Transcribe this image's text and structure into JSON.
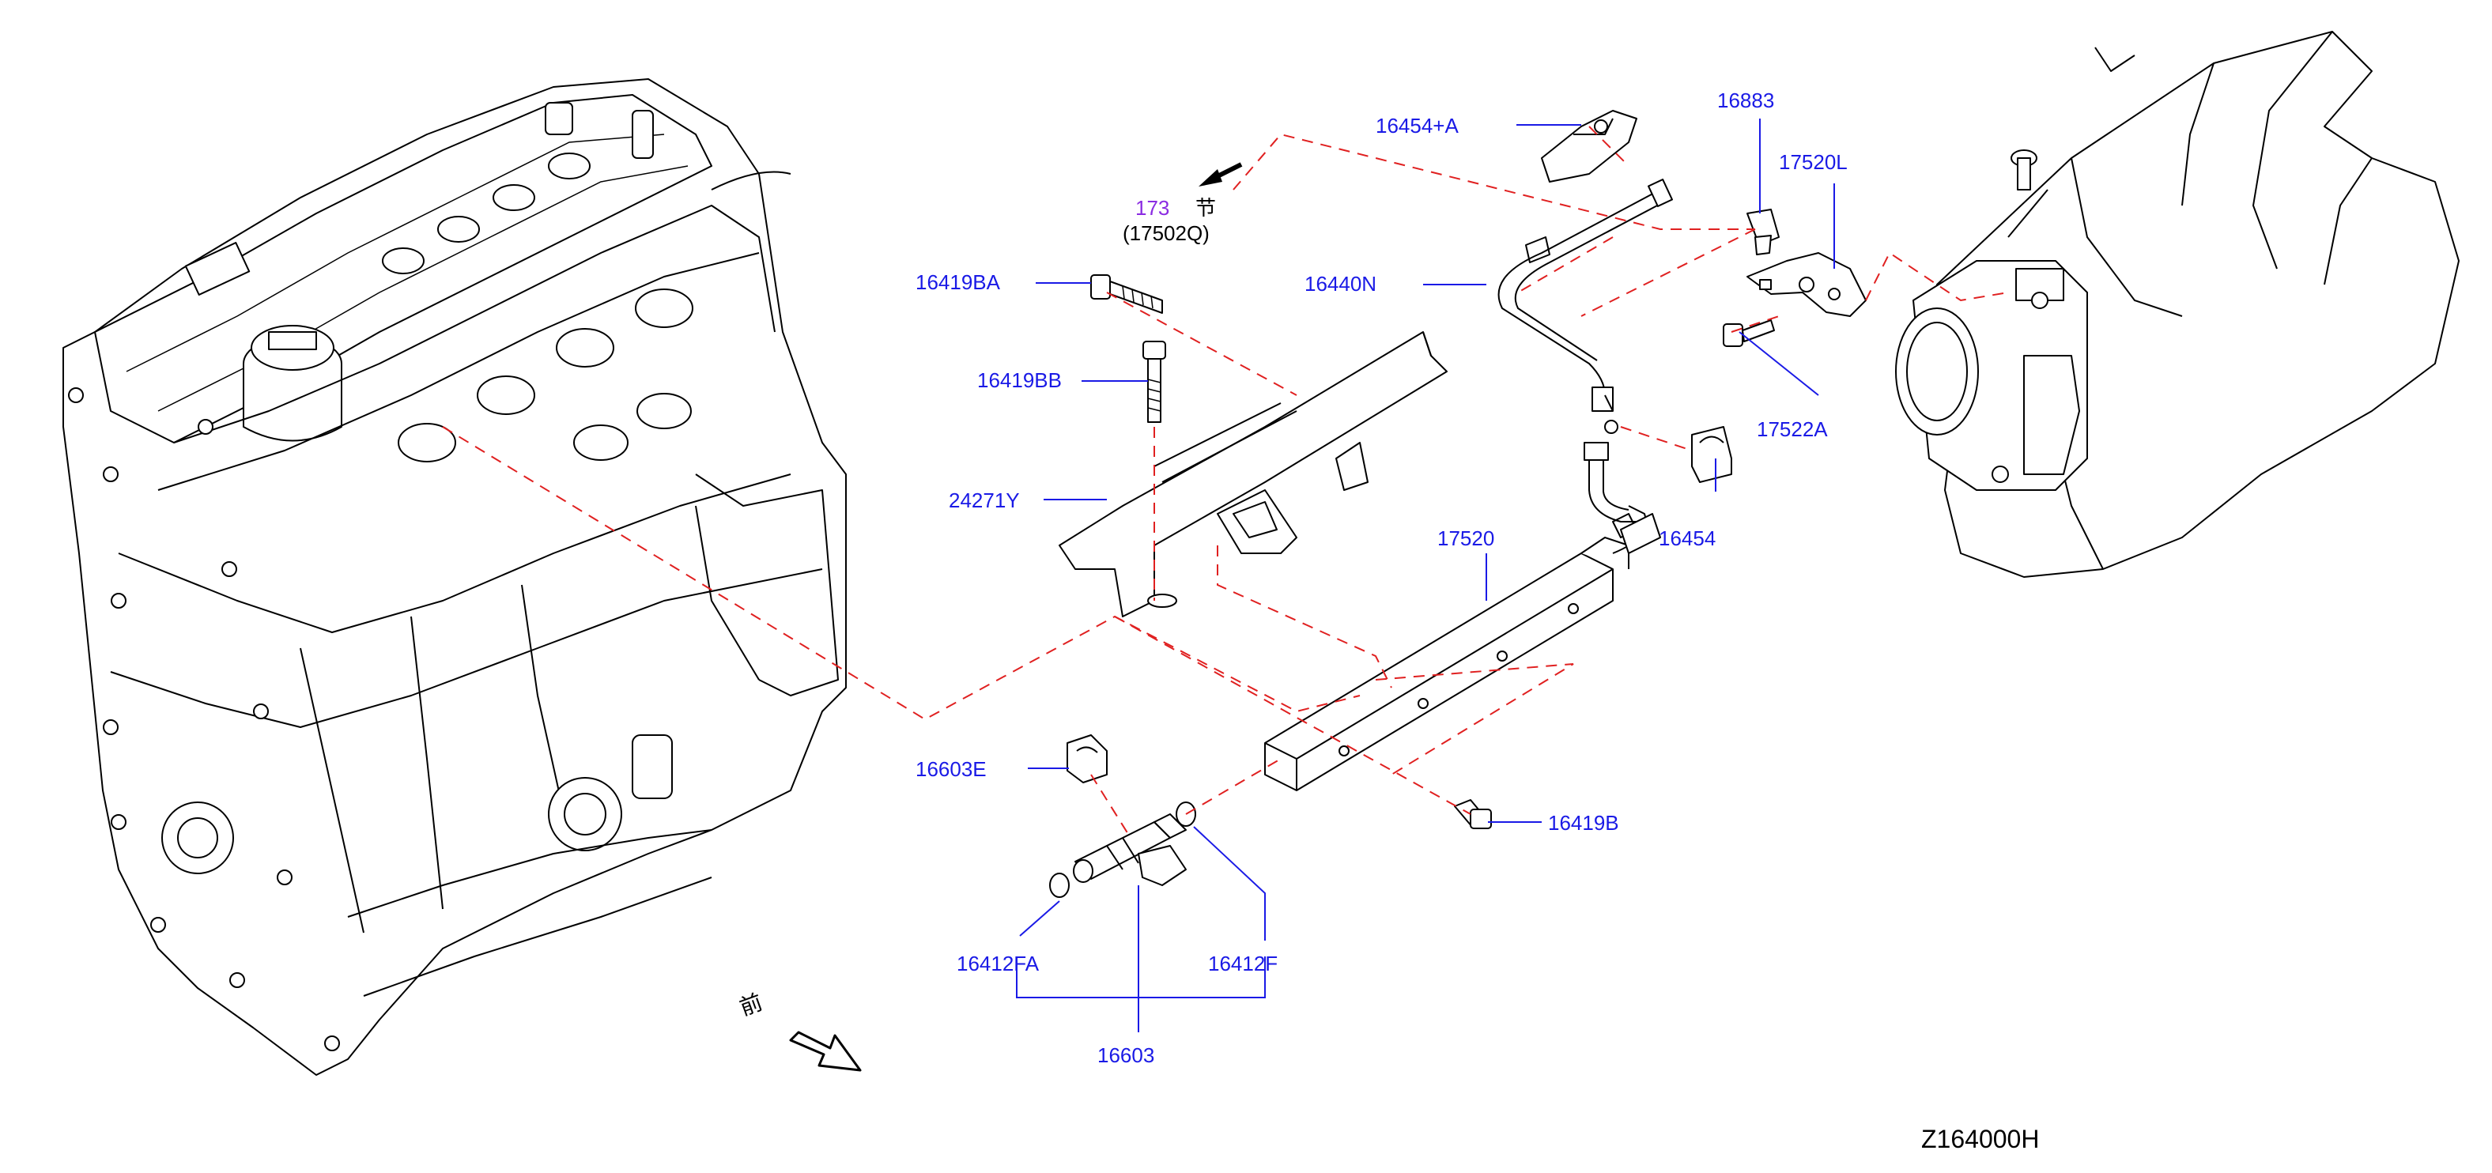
{
  "colors": {
    "part_label": "#1a1ae6",
    "section_ref": "#8a2be2",
    "assembly_line": "#e02020",
    "drawing_ink": "#000000"
  },
  "section_ref": {
    "number": "173",
    "suffix": "节",
    "part": "(17502Q)"
  },
  "labels": {
    "p16454A": "16454+A",
    "p16883": "16883",
    "p17520L": "17520L",
    "p16419BA": "16419BA",
    "p16440N": "16440N",
    "p16419BB": "16419BB",
    "p17522A": "17522A",
    "p24271Y": "24271Y",
    "p17520": "17520",
    "p16454": "16454",
    "p16603E": "16603E",
    "p16419B": "16419B",
    "p16412FA": "16412FA",
    "p16412F": "16412F",
    "p16603": "16603"
  },
  "front_marker": {
    "text": "前",
    "icon": "front-arrow-icon"
  },
  "diagram_code": "Z164000H"
}
